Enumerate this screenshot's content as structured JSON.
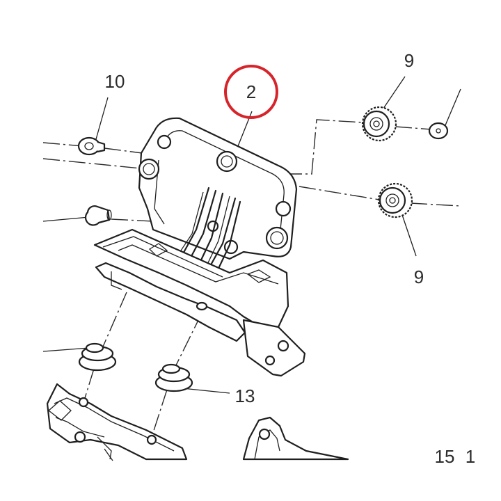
{
  "diagram": {
    "callouts": {
      "c2": "2",
      "c9_top": "9",
      "c9_bottom": "9",
      "c10": "10",
      "c13": "13",
      "c15": "15",
      "c1x": "1"
    },
    "highlight_color": "#d6242a",
    "line_color": "#1f1f1f"
  }
}
